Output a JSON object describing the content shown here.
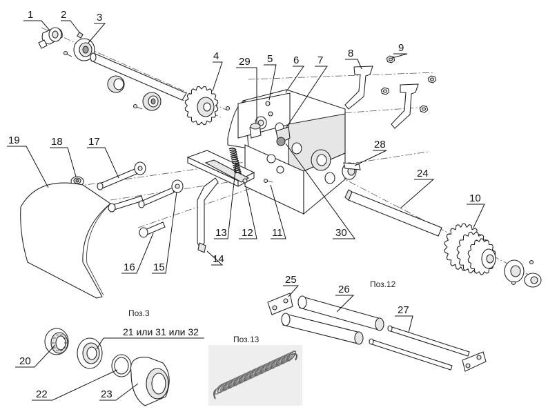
{
  "callouts": [
    {
      "text": "1"
    },
    {
      "text": "2"
    },
    {
      "text": "3"
    },
    {
      "text": "4"
    },
    {
      "text": "29"
    },
    {
      "text": "5"
    },
    {
      "text": "6"
    },
    {
      "text": "7"
    },
    {
      "text": "8"
    },
    {
      "text": "9"
    },
    {
      "text": "19"
    },
    {
      "text": "18"
    },
    {
      "text": "17"
    },
    {
      "text": "28"
    },
    {
      "text": "24"
    },
    {
      "text": "10"
    },
    {
      "text": "13"
    },
    {
      "text": "12"
    },
    {
      "text": "11"
    },
    {
      "text": "30"
    },
    {
      "text": "14"
    },
    {
      "text": "16"
    },
    {
      "text": "15"
    },
    {
      "text": "25"
    },
    {
      "text": "26"
    },
    {
      "text": "27"
    },
    {
      "text": "20"
    },
    {
      "text": "22"
    },
    {
      "text": "23"
    }
  ],
  "captions": {
    "pos3": "Поз.3",
    "pos12": "Поз.12",
    "pos13": "Поз.13",
    "bearing_options": "21 или 31 или 32"
  },
  "colors": {
    "ink": "#111111",
    "fill": "#ffffff",
    "shade": "#e6e6e6",
    "dark": "#9a9a9a"
  }
}
